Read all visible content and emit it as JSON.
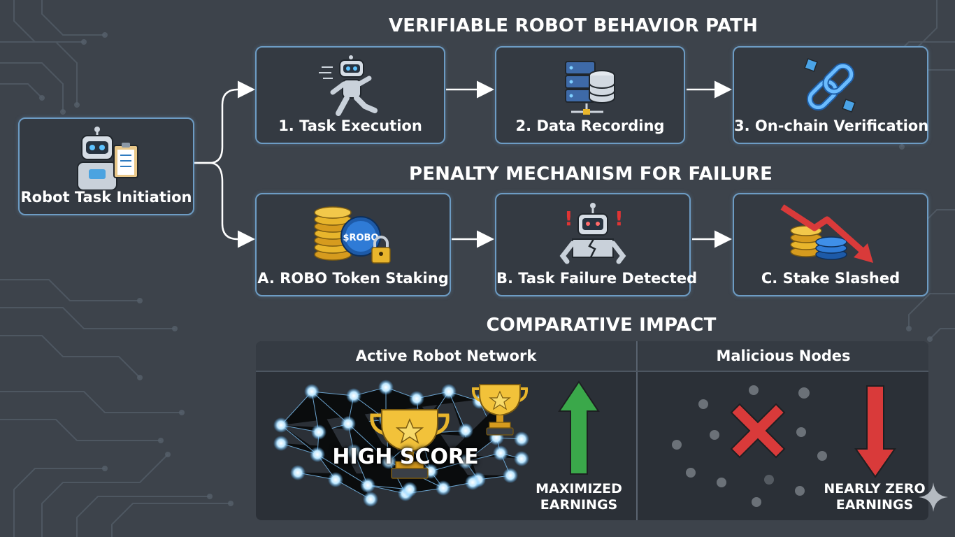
{
  "headings": {
    "path": "VERIFIABLE ROBOT BEHAVIOR PATH",
    "penalty": "PENALTY MECHANISM FOR FAILURE",
    "impact": "COMPARATIVE IMPACT"
  },
  "start_node": {
    "label": "Robot Task Initiation",
    "icon": "robot-clipboard-icon"
  },
  "path_steps": [
    {
      "label": "1. Task Execution",
      "icon": "running-robot-icon"
    },
    {
      "label": "2. Data Recording",
      "icon": "database-server-icon"
    },
    {
      "label": "3. On-chain Verification",
      "icon": "chain-link-icon"
    }
  ],
  "penalty_steps": [
    {
      "label": "A. ROBO Token Staking",
      "icon": "token-stack-lock-icon",
      "token_text": "$ROBO"
    },
    {
      "label": "B. Task Failure Detected",
      "icon": "broken-robot-icon"
    },
    {
      "label": "C. Stake Slashed",
      "icon": "coins-down-arrow-icon"
    }
  ],
  "impact": {
    "active": {
      "title": "Active Robot Network",
      "badge": "HIGH SCORE",
      "earnings": "MAXIMIZED\nEARNINGS",
      "color": "#3aa84a"
    },
    "malicious": {
      "title": "Malicious Nodes",
      "earnings": "NEARLY ZERO\nEARNINGS",
      "color": "#d93a3a"
    }
  },
  "colors": {
    "box_border": "#6d9cc4",
    "background": "#3d434b",
    "gold": "#e8b52c"
  }
}
